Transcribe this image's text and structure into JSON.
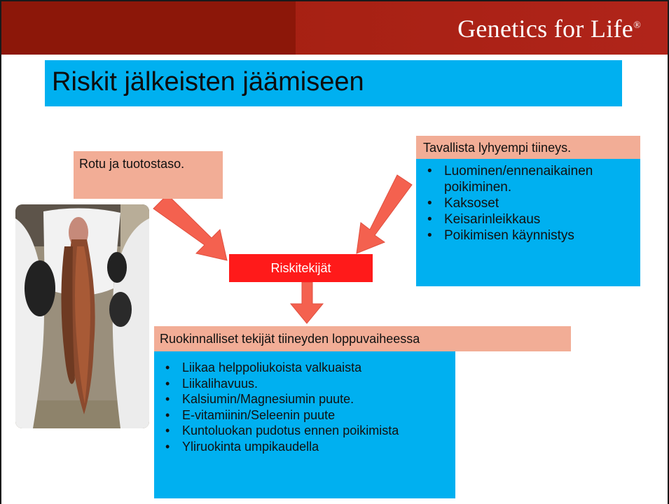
{
  "header": {
    "brand": "Genetics for Life",
    "registered_mark": "®"
  },
  "title": "Riskit jälkeisten jäämiseen",
  "boxes": {
    "rotu": "Rotu ja tuotostaso.",
    "tavallista": "Tavallista lyhyempi tiineys.",
    "tavallista_items": [
      "Luominen/ennenaikainen poikiminen.",
      "Kaksoset",
      "Keisarinleikkaus",
      "Poikimisen käynnistys"
    ],
    "riskitekijat": "Riskitekijät",
    "ruokinnalliset": "Ruokinnalliset tekijät tiineyden loppuvaiheessa",
    "ruokinnalliset_items": [
      "Liikaa helppoliukoista valkuaista",
      "Liikalihavuus.",
      "Kalsiumin/Magnesiumin puute.",
      "E-vitamiinin/Seleenin puute",
      "Kuntoluokan pudotus ennen poikimista",
      "Yliruokinta umpikaudella"
    ]
  },
  "colors": {
    "header": "#8c1709",
    "title_bg": "#00b0f0",
    "pink": "#f2ad96",
    "red_box": "#ff1a1a",
    "arrow": "#f4614f"
  }
}
